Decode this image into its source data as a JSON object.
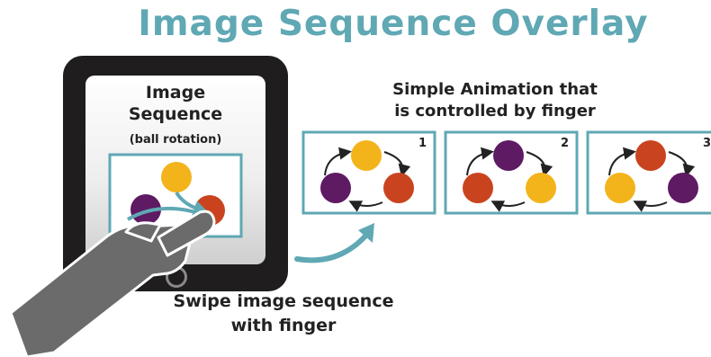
{
  "title": "Image Sequence Overlay",
  "tablet": {
    "line1": "Image",
    "line2": "Sequence",
    "line3": "(ball rotation)"
  },
  "animation": {
    "line1": "Simple Animation that",
    "line2": "is controlled by finger"
  },
  "frames": [
    {
      "number": "1",
      "top": "#f3b41b",
      "left": "#5e1a62",
      "right": "#c9441e"
    },
    {
      "number": "2",
      "top": "#5e1a62",
      "left": "#c9441e",
      "right": "#f3b41b"
    },
    {
      "number": "3",
      "top": "#c9441e",
      "left": "#f3b41b",
      "right": "#5e1a62"
    }
  ],
  "caption": {
    "line1": "Swipe image sequence",
    "line2": "with finger"
  },
  "colors": {
    "accent": "#5fa8b4",
    "yellow": "#f3b41b",
    "purple": "#5e1a62",
    "red": "#c9441e",
    "hand": "#6b6b6b"
  }
}
